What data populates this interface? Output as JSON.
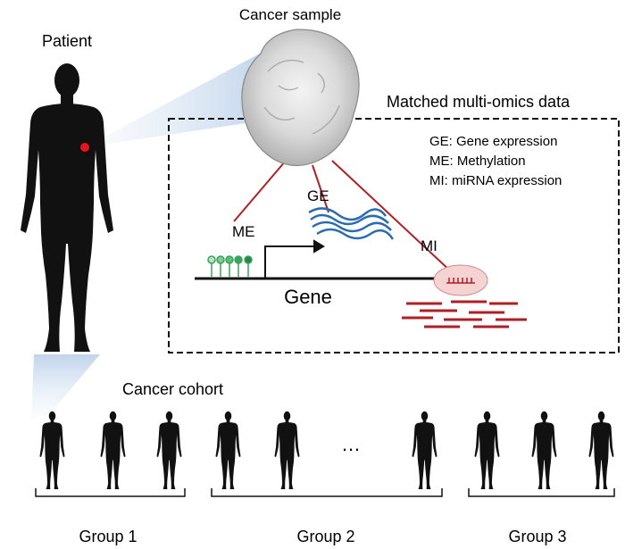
{
  "labels": {
    "patient": "Patient",
    "cancer_sample": "Cancer sample",
    "matched_data": "Matched multi-omics data",
    "legend": [
      "GE: Gene expression",
      "ME: Methylation",
      "MI: miRNA expression"
    ],
    "ge": "GE",
    "me": "ME",
    "mi": "MI",
    "gene": "Gene",
    "cohort": "Cancer cohort",
    "ellipsis": "…",
    "groups": [
      "Group 1",
      "Group 2",
      "Group 3"
    ]
  },
  "colors": {
    "figure": "#111111",
    "tumor_marker": "#e8131b",
    "connector_lines": "#b01f23",
    "methylation": "#3aa35c",
    "gene_expression": "#2b6cb0",
    "mirna": "#b01f23",
    "mirna_highlight": "#f6d3d3",
    "projection": "#c8d9ee"
  }
}
